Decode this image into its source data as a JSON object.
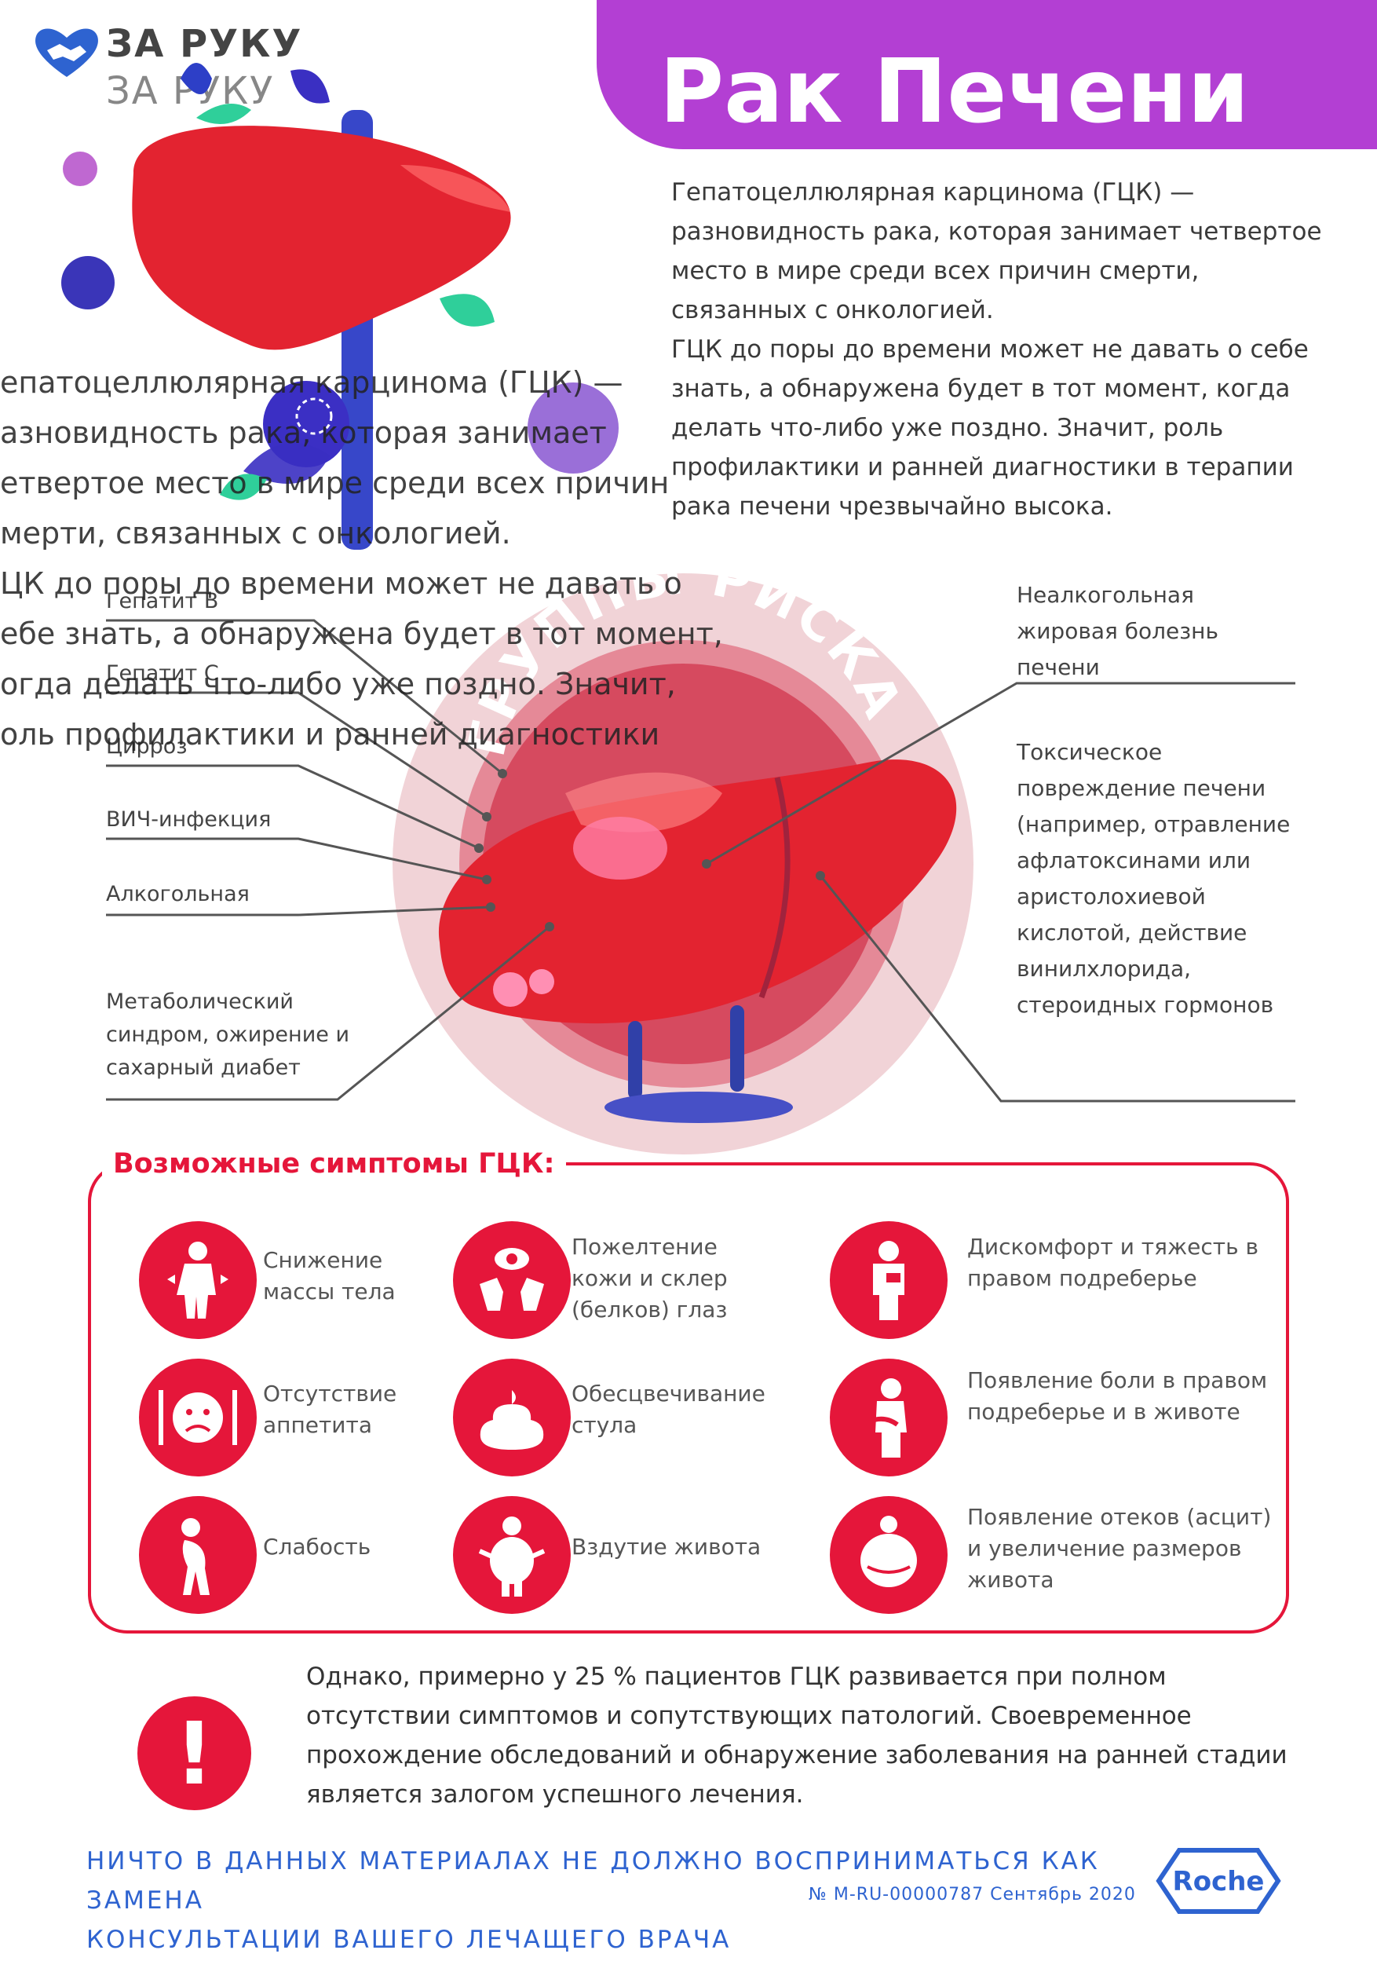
{
  "brand": {
    "line1": "ЗА РУКУ",
    "line2": "ЗА РУКУ"
  },
  "title": "Рак Печени",
  "intro": {
    "p1": "Гепатоцеллюлярная карцинома (ГЦК) — разновидность рака, которая занимает четвертое место в мире среди всех причин смерти, связанных с онкологией.",
    "p2": "ГЦК до поры до времени может не давать о себе знать, а обнаружена будет в тот момент, когда делать что-либо уже поздно. Значит, роль профилактики и ранней диагностики в терапии рака печени чрезвычайно высока."
  },
  "ghost_lines": [
    "епатоцеллюлярная карцинома (ГЦК) —",
    "азновидность рака, которая занимает",
    "етвертое место в мире среди всех причин",
    "мерти, связанных с онкологией.",
    "ЦК до поры до времени может не давать о",
    "ебе знать, а обнаружена будет в тот момент,",
    "огда делать что-либо уже поздно. Значит,",
    "оль профилактики и ранней диагностики"
  ],
  "risk": {
    "title": "ГРУППЫ РИСКА",
    "left": [
      "Гепатит В",
      "Гепатит С",
      "Цирроз",
      "ВИЧ-инфекция",
      "Алкогольная",
      "Метаболический синдром, ожирение и сахарный диабет"
    ],
    "right": [
      "Неалкогольная жировая болезнь печени",
      "Токсическое повреждение печени (например, отравление афлатоксинами или аристолохиевой кислотой, действие винилхлорида, стероидных гормонов"
    ]
  },
  "symptoms": {
    "heading": "Возможные симптомы ГЦК:",
    "items": [
      {
        "label": "Снижение массы тела",
        "icon": "weight-loss-icon"
      },
      {
        "label": "Пожелтение кожи и склер (белков) глаз",
        "icon": "jaundice-icon"
      },
      {
        "label": "Дискомфорт и тяжесть в правом подреберье",
        "icon": "discomfort-icon"
      },
      {
        "label": "Отсутствие аппетита",
        "icon": "no-appetite-icon"
      },
      {
        "label": "Обесцвечивание стула",
        "icon": "stool-icon"
      },
      {
        "label": "Появление боли в правом подреберье и в животе",
        "icon": "abdominal-pain-icon"
      },
      {
        "label": "Слабость",
        "icon": "weakness-icon"
      },
      {
        "label": "Вздутие живота",
        "icon": "bloating-icon"
      },
      {
        "label": "Появление отеков (асцит) и увеличение размеров живота",
        "icon": "ascites-icon"
      }
    ]
  },
  "note": "Однако, примерно у 25 % пациентов ГЦК развивается при полном отсутствии симптомов и сопутствующих патологий. Своевременное прохождение обследований и обнаружение заболевания на ранней стадии является залогом успешного лечения.",
  "disclaimer": {
    "line1": "НИЧТО В ДАННЫХ МАТЕРИАЛАХ НЕ ДОЛЖНО ВОСПРИНИМАТЬСЯ КАК ЗАМЕНА",
    "line2": "КОНСУЛЬТАЦИИ ВАШЕГО ЛЕЧАЩЕГО ВРАЧА"
  },
  "doc_number": "№ M-RU-00000787 Сентябрь 2020",
  "roche": "Roche",
  "colors": {
    "purple": "#b33fd3",
    "red": "#e5163a",
    "blue": "#2e63d0"
  }
}
